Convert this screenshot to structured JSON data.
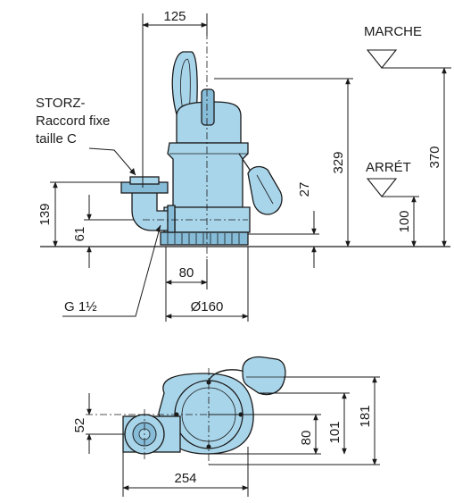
{
  "labels": {
    "connection_line1": "STORZ-",
    "connection_line2": "Raccord fixe",
    "connection_line3": "taille C",
    "marche": "MARCHE",
    "arret": "ARRÉT",
    "thread": "G 1½"
  },
  "dimensions": {
    "width_top": "125",
    "height_329": "329",
    "height_370": "370",
    "height_27": "27",
    "height_139": "139",
    "height_61": "61",
    "height_100": "100",
    "width_80": "80",
    "diameter_160": "Ø160",
    "plan_52": "52",
    "plan_80": "80",
    "plan_101": "101",
    "plan_181": "181",
    "plan_254": "254"
  },
  "colors": {
    "pump_body": "#a9d5ea",
    "pump_shadow": "#86bcd8",
    "line": "#1a1a1a"
  }
}
